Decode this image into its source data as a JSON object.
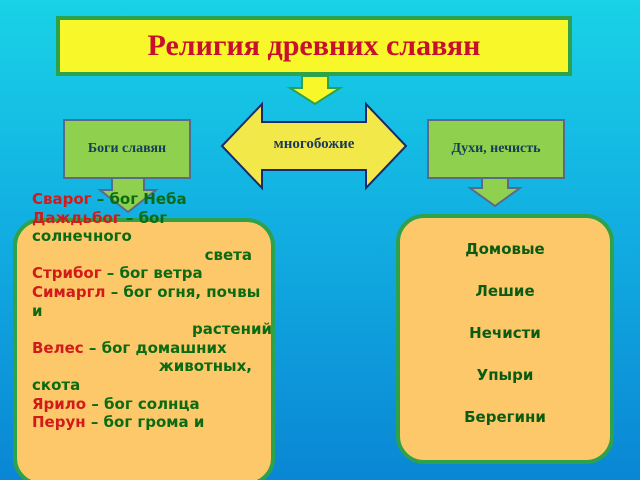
{
  "title": "Религия древних славян",
  "center_label": "многобожие",
  "left_box_label": "Боги славян",
  "right_box_label": "Духи, нечисть",
  "gods": [
    {
      "name": "Сварог",
      "desc": " – бог Неба"
    },
    {
      "name": "Даждьбог",
      "desc": " – бог солнечного света"
    },
    {
      "name": "Стрибог",
      "desc": " – бог ветра"
    },
    {
      "name": "Симаргл",
      "desc": " – бог огня, почвы и растений"
    },
    {
      "name": "Велес",
      "desc": " – бог домашних животных, скота"
    },
    {
      "name": "Ярило",
      "desc": " – бог солнца"
    },
    {
      "name": "Перун",
      "desc": " – бог грома и"
    }
  ],
  "gods_lines": {
    "dazhdbog_1": " – бог солнечного",
    "dazhdbog_2": "света",
    "simargl_1": " – бог огня, почвы и",
    "simargl_2": "растений",
    "veles_1": " – бог домашних",
    "veles_2": "животных,",
    "veles_3": "скота"
  },
  "spirits": [
    "Домовые",
    "Лешие",
    "Нечисти",
    "Упыри",
    "Берегини"
  ],
  "colors": {
    "title_bg": "#f7f72a",
    "title_text": "#c8102e",
    "green": "#8fd14f",
    "orange": "#fcc86a",
    "arrow_yellow": "#f7f72a",
    "god_name": "#d11a1a",
    "god_desc": "#0b6b12"
  }
}
